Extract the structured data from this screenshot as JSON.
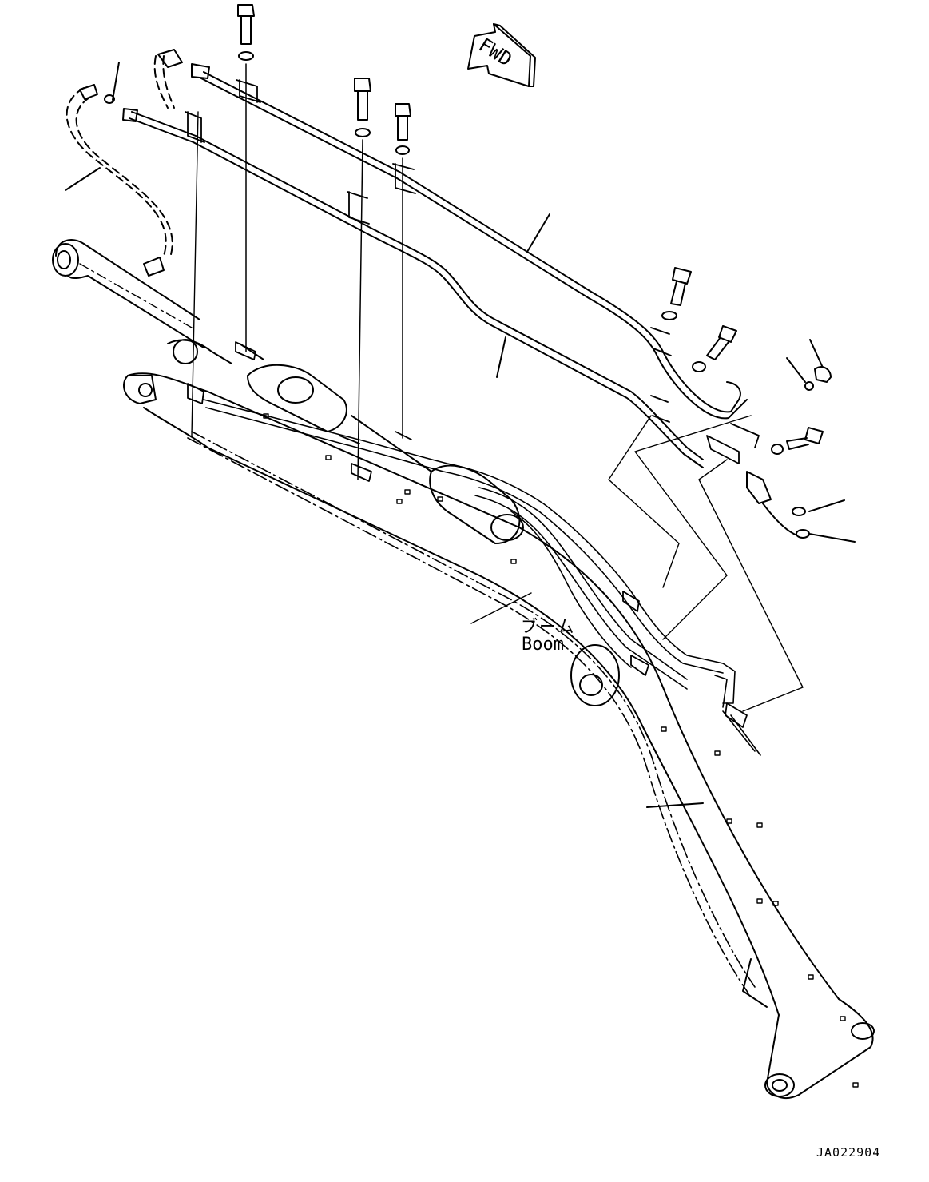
{
  "labels": {
    "direction": "FWD",
    "component_jp": "ブーム",
    "component_en": "Boom",
    "drawing_id": "JA022904"
  }
}
